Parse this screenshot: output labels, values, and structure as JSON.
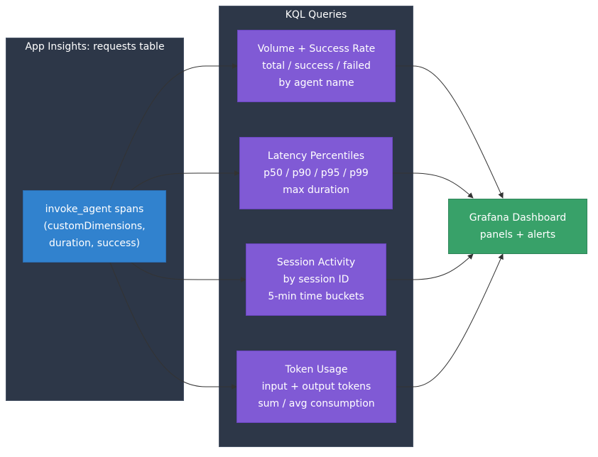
{
  "clusters": {
    "source": {
      "title": "App Insights: requests table"
    },
    "queries": {
      "title": "KQL Queries"
    }
  },
  "nodes": {
    "spans": {
      "lines": [
        "invoke_agent spans",
        "(customDimensions,",
        "duration, success)"
      ]
    },
    "volume": {
      "lines": [
        "Volume + Success Rate",
        "total / success / failed",
        "by agent name"
      ]
    },
    "latency": {
      "lines": [
        "Latency Percentiles",
        "p50 / p90 / p95 / p99",
        "max duration"
      ]
    },
    "session": {
      "lines": [
        "Session Activity",
        "by session ID",
        "5-min time buckets"
      ]
    },
    "tokens": {
      "lines": [
        "Token Usage",
        "input + output tokens",
        "sum / avg consumption"
      ]
    },
    "grafana": {
      "lines": [
        "Grafana Dashboard",
        "panels + alerts"
      ]
    }
  },
  "colors": {
    "cluster_bg": "#2d3748",
    "query_node": "#805ad5",
    "source_node": "#3182ce",
    "sink_node": "#38a169",
    "edge": "#333333"
  }
}
